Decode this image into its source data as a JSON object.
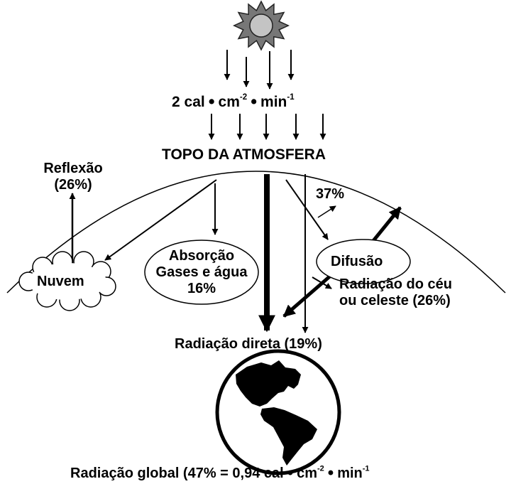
{
  "flux": {
    "prefix": "2 cal",
    "sep": "•",
    "unit1": "cm",
    "exp1": "-2",
    "unit2": "min",
    "exp2": "-1"
  },
  "top_label": "TOPO DA ATMOSFERA",
  "reflection": {
    "line1": "Reflexão",
    "line2": "(26%)"
  },
  "cloud": {
    "label": "Nuvem"
  },
  "absorption": {
    "line1": "Absorção",
    "line2": "Gases e água",
    "line3": "16%"
  },
  "diffusion": {
    "label": "Difusão",
    "percent": "37%"
  },
  "sky_radiation": {
    "line1": "Radiação do céu",
    "line2": "ou celeste (26%)"
  },
  "direct_radiation": "Radiação direta (19%)",
  "global": {
    "prefix": "Radiação global (47% = 0,94 cal",
    "sep": "•",
    "unit1": "cm",
    "exp1": "-2",
    "unit2": "min",
    "exp2": "-1"
  }
}
